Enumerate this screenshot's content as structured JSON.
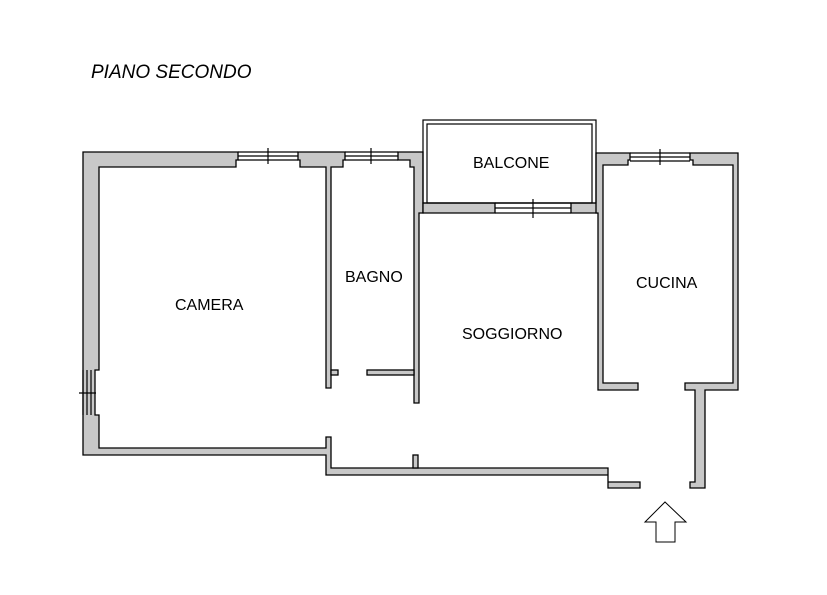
{
  "title": "PIANO SECONDO",
  "rooms": {
    "camera": "CAMERA",
    "bagno": "BAGNO",
    "balcone": "BALCONE",
    "soggiorno": "SOGGIORNO",
    "cucina": "CUCINA"
  },
  "colors": {
    "wall_fill": "#c8c8c8",
    "line": "#000000"
  }
}
